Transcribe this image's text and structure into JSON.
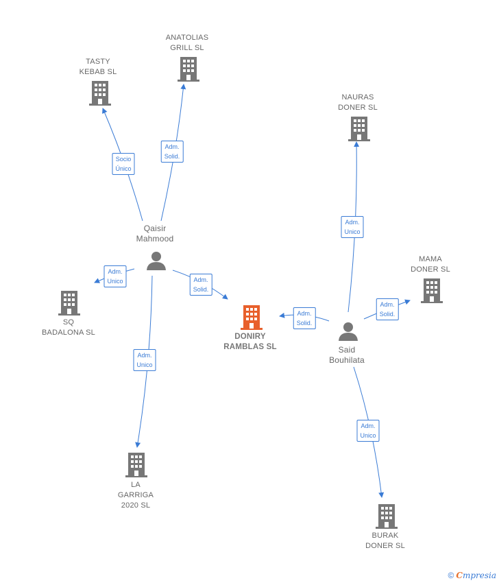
{
  "nodes": {
    "tasty": [
      "TASTY",
      "KEBAB  SL"
    ],
    "anatolias": [
      "ANATOLIAS",
      "GRILL  SL"
    ],
    "nauras": [
      "NAURAS",
      "DONER  SL"
    ],
    "mama": [
      "MAMA",
      "DONER  SL"
    ],
    "sq": [
      "SQ",
      "BADALONA  SL"
    ],
    "doniry": [
      "DONIRY",
      "RAMBLAS  SL"
    ],
    "garriga": [
      "LA",
      "GARRIGA",
      "2020  SL"
    ],
    "burak": [
      "BURAK",
      "DONER  SL"
    ],
    "qaisir": [
      "Qaisir",
      "Mahmood"
    ],
    "said": [
      "Said",
      "Bouhilata"
    ]
  },
  "edges": {
    "tasty": [
      "Socio",
      "Único"
    ],
    "anatolias": [
      "Adm.",
      "Solid."
    ],
    "sq": [
      "Adm.",
      "Unico"
    ],
    "doniry_q": [
      "Adm.",
      "Solid."
    ],
    "garriga": [
      "Adm.",
      "Unico"
    ],
    "nauras": [
      "Adm.",
      "Unico"
    ],
    "doniry_s": [
      "Adm.",
      "Solid."
    ],
    "mama": [
      "Adm.",
      "Solid."
    ],
    "burak": [
      "Adm.",
      "Unico"
    ]
  },
  "colors": {
    "edge": "#3a7bd5",
    "company": "#777777",
    "focus": "#e8602c",
    "person": "#777777"
  },
  "footer": {
    "copyright": "©",
    "brand_initial": "C",
    "brand_rest": "mpresia"
  }
}
